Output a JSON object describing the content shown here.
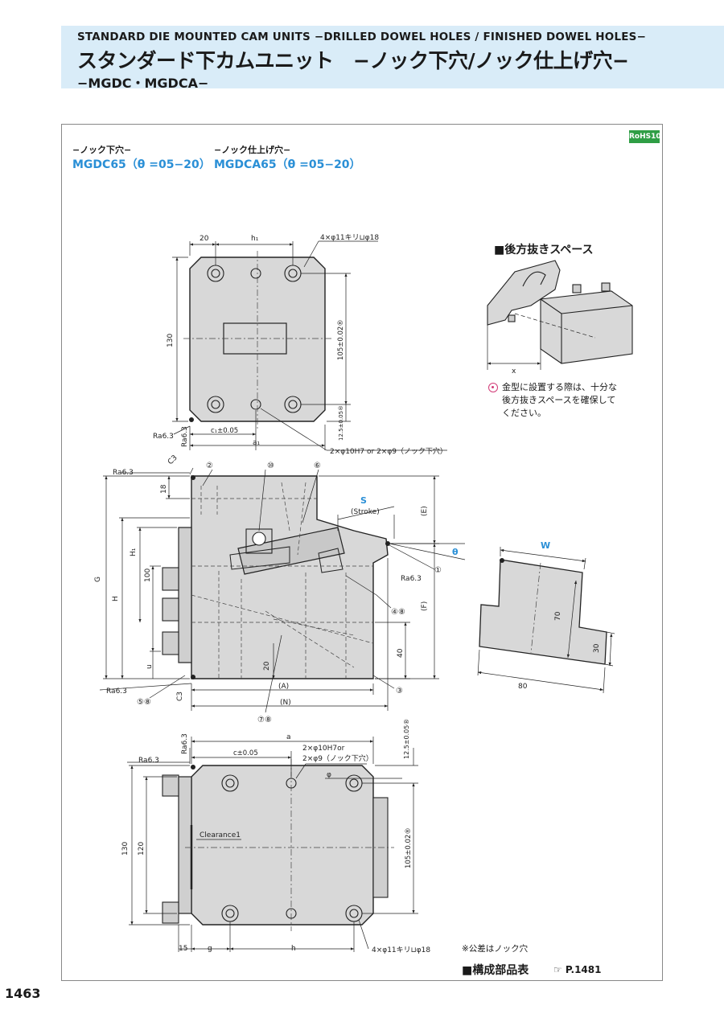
{
  "header": {
    "title_en": "STANDARD DIE MOUNTED CAM UNITS −DRILLED DOWEL HOLES / FINISHED DOWEL HOLES−",
    "title_jp": "スタンダード下カムユニット　−ノック下穴/ノック仕上げ穴−",
    "model": "−MGDC・MGDCA−"
  },
  "badge": {
    "rohs": "RoHS10"
  },
  "variants": [
    {
      "label": "−ノック下穴−",
      "model": "MGDC65（θ =05−20）"
    },
    {
      "label": "−ノック仕上げ穴−",
      "model": "MGDCA65（θ =05−20）"
    }
  ],
  "top_view": {
    "dim_20": "20",
    "dim_h1": "h₁",
    "holes": "4×φ11キリ⊔φ18",
    "dim_130": "130",
    "dim_105": "105±0.02®",
    "dim_125": "12.5±0.05®",
    "dim_c1": "c₁±0.05",
    "dim_a1": "a₁",
    "ra": "Ra6.3",
    "dowel": "2×φ10H7 or 2×φ9（ノック下穴）"
  },
  "side_view": {
    "c3": "C3",
    "ra_top": "Ra6.3",
    "ra_mid": "Ra6.3",
    "ra_bot": "Ra6.3",
    "dim_18": "18",
    "dim_G": "G",
    "dim_H": "H",
    "dim_H1": "H₁",
    "dim_100": "100",
    "dim_u": "u",
    "dim_20": "20",
    "dim_40": "40",
    "dim_A": "(A)",
    "dim_N": "(N)",
    "dim_E": "(E)",
    "dim_F": "(F)",
    "dim_S": "S",
    "stroke": "(Stroke)",
    "theta": "θ",
    "callouts": [
      "②",
      "⑩",
      "⑥",
      "①",
      "④⑧",
      "③",
      "⑤⑧",
      "⑦⑧"
    ]
  },
  "bottom_view": {
    "ra1": "Ra6.3",
    "ra2": "Ra6.3",
    "dim_a": "a",
    "dim_c": "c±0.05",
    "dowel_1": "2×φ10H7or",
    "dowel_2": "2×φ9（ノック下穴）",
    "phi": "φ",
    "dim_125": "12.5±0.05®",
    "clearance": "Clearance1",
    "dim_130": "130",
    "dim_120": "120",
    "dim_105": "105±0.02®",
    "dim_15": "15",
    "dim_g": "g",
    "dim_h": "h",
    "holes": "4×φ11キリ⊔φ18"
  },
  "rear_space": {
    "title": "■後方抜きスペース",
    "dim_x": "x",
    "note_lines": [
      "金型に設置する際は、十分な",
      "後方抜きスペースを確保して",
      "ください。"
    ]
  },
  "driver": {
    "dim_W": "W",
    "dim_70": "70",
    "dim_30": "30",
    "dim_80": "80"
  },
  "footer": {
    "tolerance_note": "※公差はノック穴",
    "parts": "■構成部品表",
    "ref": "☞ P.1481",
    "page": "1463"
  }
}
